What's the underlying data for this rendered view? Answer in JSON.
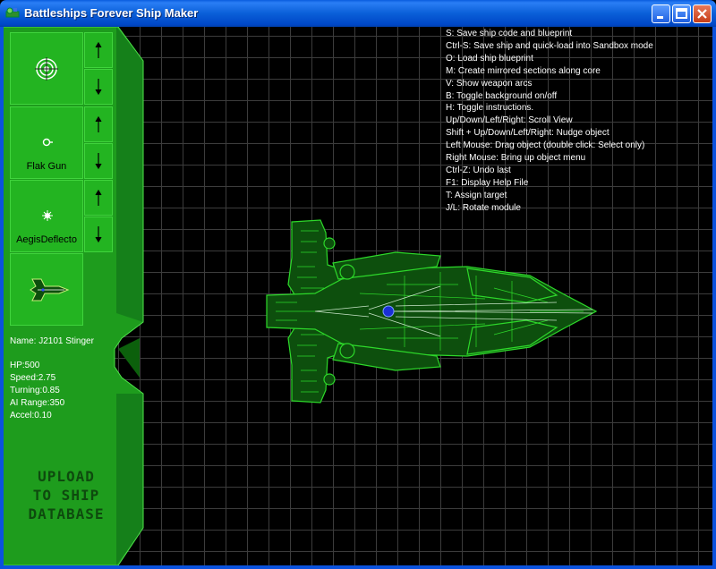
{
  "window": {
    "title": "Battleships Forever Ship Maker"
  },
  "panel": {
    "parts": [
      {
        "label": ""
      },
      {
        "label": "Flak Gun"
      },
      {
        "label": "AegisDeflecto"
      }
    ],
    "ship_info": {
      "name": "Name: J2101 Stinger",
      "hp": "HP:500",
      "speed": "Speed:2.75",
      "turning": "Turning:0.85",
      "ai_range": "AI Range:350",
      "accel": "Accel:0.10"
    },
    "upload": {
      "line1": "UPLOAD",
      "line2": "TO SHIP",
      "line3": "DATABASE"
    }
  },
  "instructions": [
    "S: Save ship code and blueprint",
    "Ctrl-S: Save ship and quick-load into Sandbox mode",
    "O: Load ship blueprint",
    "M: Create mirrored sections along core",
    "V: Show weapon arcs",
    "B: Toggle background on/off",
    "H: Toggle instructions.",
    "Up/Down/Left/Right: Scroll View",
    "Shift + Up/Down/Left/Right: Nudge object",
    "Left Mouse: Drag object (double click: Select only)",
    "Right Mouse: Bring up object menu",
    "Ctrl-Z: Undo last",
    "F1: Display Help File",
    "T: Assign target",
    "J/L: Rotate module"
  ],
  "colors": {
    "panel_green": "#23b421",
    "panel_dark": "#0f6e12",
    "ship_green": "#2dd82a",
    "titlebar_blue": "#0a5cde"
  }
}
